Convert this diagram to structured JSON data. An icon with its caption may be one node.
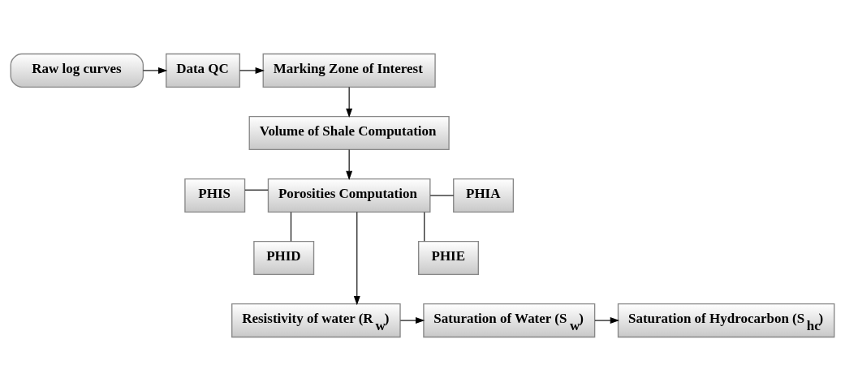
{
  "diagram": {
    "nodes": [
      {
        "text": [
          "Raw log curves"
        ]
      },
      {
        "text": [
          "Data QC"
        ]
      },
      {
        "text": [
          "Marking Zone of Interest"
        ]
      },
      {
        "text": [
          "Volume of Shale Computation"
        ]
      },
      {
        "text": [
          "PHIS"
        ]
      },
      {
        "text": [
          "PHID"
        ]
      },
      {
        "text": [
          "Porosities Computation"
        ]
      },
      {
        "text": [
          "PHIA"
        ]
      },
      {
        "text": [
          "PHIE"
        ]
      },
      {
        "text": [
          "Resistivity of water (R$_{w}$)"
        ]
      },
      {
        "text": [
          "Saturation of Water (S$_{w}$)"
        ]
      },
      {
        "text": [
          "Saturation of Hydrocarbon (S$_{hc}$)"
        ]
      }
    ],
    "edges": [
      {
        "from": 0,
        "to": 1,
        "arrow": "to"
      },
      {
        "from": 1,
        "to": 2,
        "arrow": "to"
      },
      {
        "from": 2,
        "to": 3,
        "arrow": "to"
      },
      {
        "from": 3,
        "to": 6,
        "arrow": "to"
      },
      {
        "from": 4,
        "to": 6,
        "arrow": "none"
      },
      {
        "from": 5,
        "to": 6,
        "arrow": "none"
      },
      {
        "from": 6,
        "to": 7,
        "arrow": "none"
      },
      {
        "from": 6,
        "to": 8,
        "arrow": "none"
      },
      {
        "from": 6,
        "to": 9,
        "arrow": "to"
      },
      {
        "from": 9,
        "to": 10,
        "arrow": "to"
      },
      {
        "from": 10,
        "to": 11,
        "arrow": "to"
      }
    ]
  }
}
